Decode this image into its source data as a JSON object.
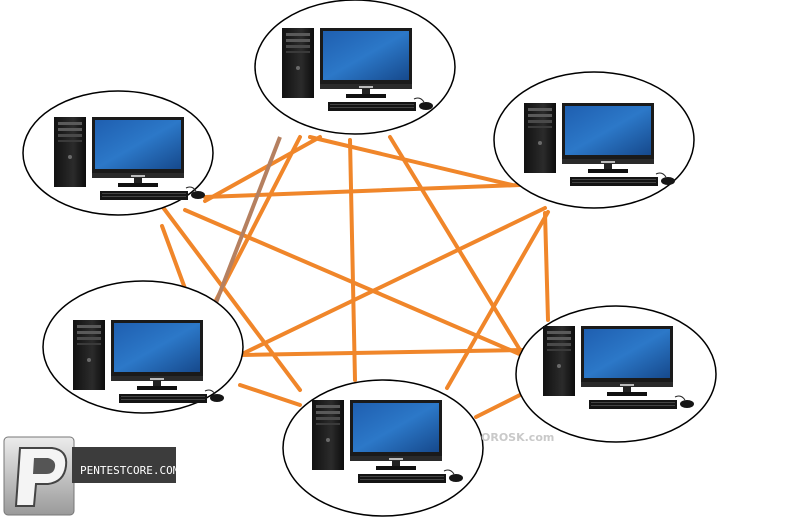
{
  "diagram": {
    "kind": "full-mesh network topology",
    "node_count": 6,
    "link_color": "#F0862A",
    "accent_link_color": "#B58060",
    "node_outline_color": "#000000",
    "screen_color": "#1D5FA8",
    "nodes": [
      {
        "id": "top",
        "icon": "desktop-computer-icon"
      },
      {
        "id": "upper-left",
        "icon": "desktop-computer-icon"
      },
      {
        "id": "upper-right",
        "icon": "desktop-computer-icon"
      },
      {
        "id": "lower-left",
        "icon": "desktop-computer-icon"
      },
      {
        "id": "lower-right",
        "icon": "desktop-computer-icon"
      },
      {
        "id": "bottom",
        "icon": "desktop-computer-icon"
      }
    ]
  },
  "watermark": {
    "logo_text": "PENTESTCORE.COM",
    "logo_icon": "pentestcore-p-logo-icon",
    "faint_text": "OROSK.com"
  }
}
